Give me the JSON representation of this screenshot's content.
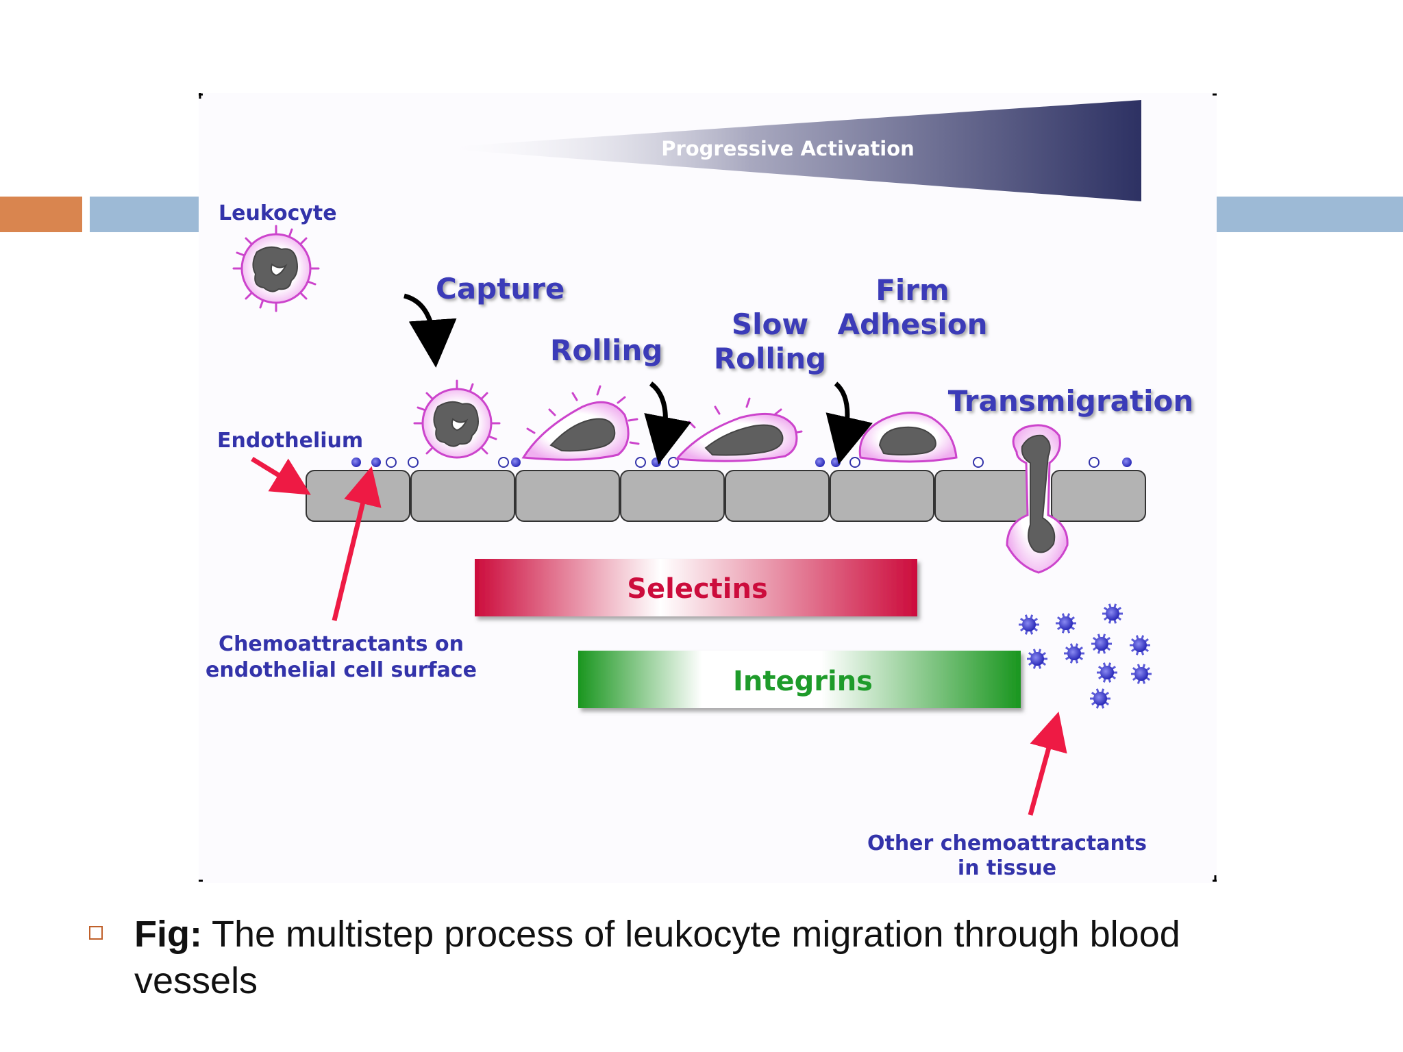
{
  "diagram": {
    "activation_label": "Progressive Activation",
    "leukocyte_label": "Leukocyte",
    "endothelium_label": "Endothelium",
    "steps": {
      "capture": "Capture",
      "rolling": "Rolling",
      "slow_rolling_line1": "Slow",
      "slow_rolling_line2": "Rolling",
      "firm_adhesion_line1": "Firm",
      "firm_adhesion_line2": "Adhesion",
      "transmigration": "Transmigration"
    },
    "selectins_label": "Selectins",
    "integrins_label": "Integrins",
    "chemo_surface_line1": "Chemoattractants on",
    "chemo_surface_line2": "endothelial cell surface",
    "chemo_tissue_line1": "Other chemoattractants",
    "chemo_tissue_line2": "in tissue",
    "colors": {
      "activation": "#343870",
      "selectins": "#cc0c3c",
      "integrins": "#1e9b2a",
      "label_blue": "#3a3ab8",
      "leukocyte": "#cc44cc",
      "nucleus": "#5f5f5f",
      "endothelium": "#b3b3b3",
      "arrow_red": "#ee1a44"
    }
  },
  "caption": {
    "prefix": "Fig:",
    "text": " The multistep process of leukocyte migration through blood vessels"
  }
}
